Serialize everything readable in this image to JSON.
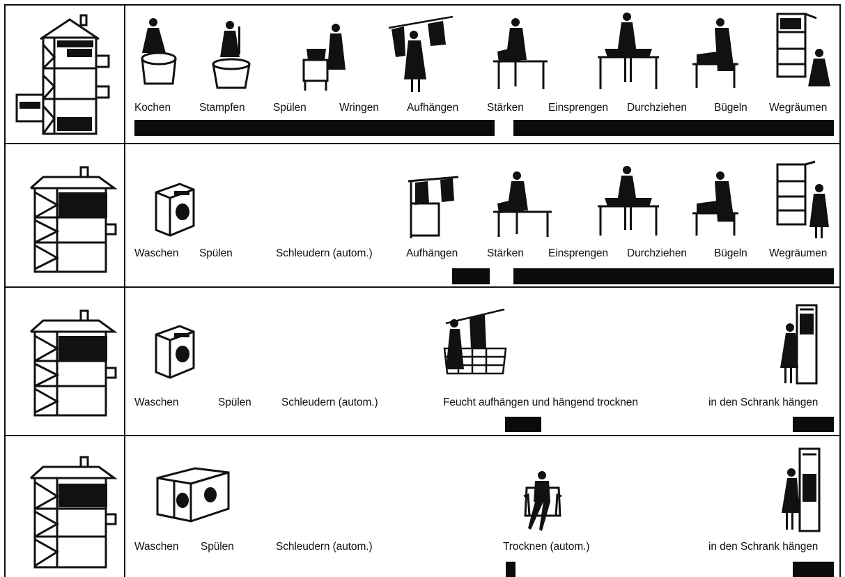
{
  "rows": [
    {
      "labels": [
        "Kochen",
        "Stampfen",
        "Spülen",
        "Wringen",
        "Aufhängen",
        "Stärken",
        "Einsprengen",
        "Durchziehen",
        "Bügeln",
        "Wegräumen"
      ],
      "icons": [
        "woman-boiling-laundry-icon",
        "woman-stamping-laundry-icon",
        "woman-rinsing-laundry-icon",
        "woman-wringing-laundry-icon",
        "laundry-on-line-icon",
        "woman-starching-icon",
        "woman-sprinkling-icon",
        "woman-pulling-laundry-icon",
        "woman-ironing-icon",
        "woman-at-cupboard-icon"
      ]
    },
    {
      "labels": [
        "Waschen",
        "Spülen",
        "Schleudern (autom.)",
        "Aufhängen",
        "Stärken",
        "Einsprengen",
        "Durchziehen",
        "Bügeln",
        "Wegräumen"
      ],
      "icons": [
        "washing-machine-icon",
        "laundry-on-line-icon",
        "woman-starching-icon",
        "woman-sprinkling-icon",
        "woman-pulling-laundry-icon",
        "woman-ironing-icon",
        "woman-at-cupboard-icon"
      ]
    },
    {
      "labels": [
        "Waschen",
        "Spülen",
        "Schleudern (autom.)",
        "Feucht aufhängen und hängend trocknen",
        "in den Schrank hängen"
      ],
      "icons": [
        "washing-machine-icon",
        "woman-hanging-laundry-icon",
        "woman-at-wardrobe-icon"
      ]
    },
    {
      "labels": [
        "Waschen",
        "Spülen",
        "Schleudern (autom.)",
        "Trocknen (autom.)",
        "in den Schrank hängen"
      ],
      "icons": [
        "washer-dryer-icon",
        "woman-in-armchair-icon",
        "woman-at-wardrobe-icon"
      ]
    }
  ],
  "houses": [
    "house-laundry-in-basement-icon",
    "house-laundry-upper-floor-icon",
    "house-laundry-upper-floor-icon",
    "house-laundry-upper-floor-icon"
  ]
}
